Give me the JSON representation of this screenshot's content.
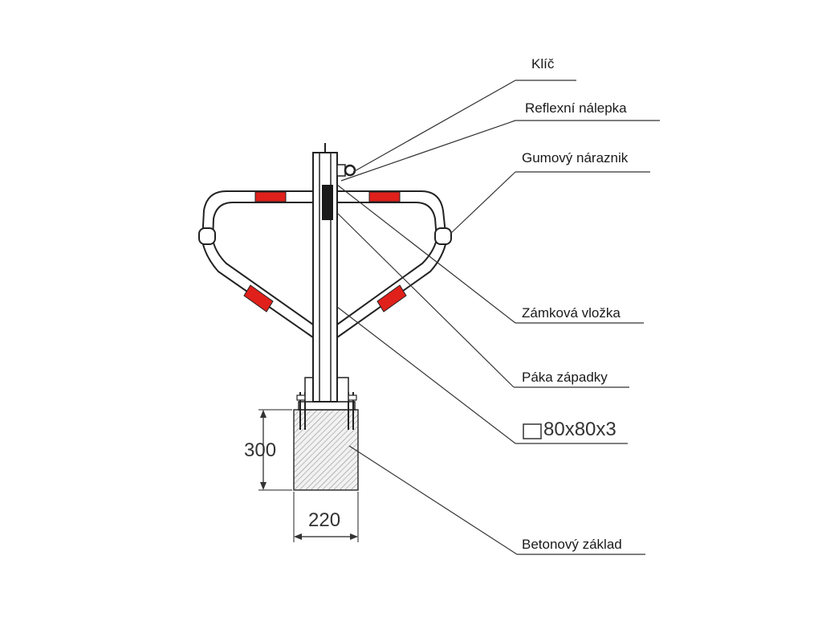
{
  "callouts": {
    "key": "Klíč",
    "reflective_sticker": "Reflexní nálepka",
    "rubber_bumper": "Gumový náraznik",
    "lock_cylinder": "Zámková vložka",
    "latch_lever": "Páka západky",
    "post_profile": "80x80x3",
    "concrete_base": "Betonový základ"
  },
  "dimensions": {
    "height": "300",
    "width": "220"
  },
  "colors": {
    "stripe": "#e0201b",
    "line": "#222222",
    "hatch": "#888888"
  }
}
